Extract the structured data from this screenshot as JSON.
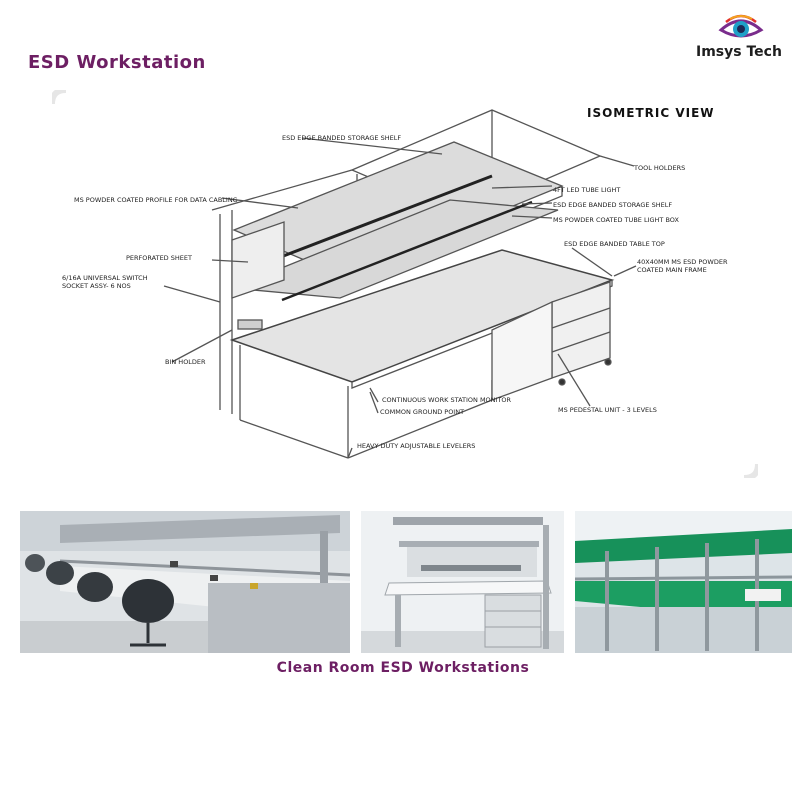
{
  "header": {
    "title": "ESD Workstation",
    "brand": "Imsys Tech"
  },
  "diagram": {
    "view_title": "ISOMETRIC VIEW",
    "callouts": {
      "storage_shelf": "ESD EDGE BANDED STORAGE SHELF",
      "tool_holders": "TOOL HOLDERS",
      "profile": "MS POWDER COATED PROFILE FOR DATA CABLING",
      "led_light": "4FT LED TUBE LIGHT",
      "storage_shelf_2": "ESD EDGE BANDED STORAGE SHELF",
      "light_box": "MS POWDER COATED TUBE LIGHT BOX",
      "table_top": "ESD EDGE BANDED TABLE TOP",
      "main_frame": "40X40MM MS ESD POWDER\nCOATED MAIN FRAME",
      "perforated_sheet": "PERFORATED SHEET",
      "switch_socket": "6/16A UNIVERSAL SWITCH\nSOCKET ASSY- 6 NOS",
      "bin_holder": "BIN HOLDER",
      "monitor": "CONTINUOUS WORK STATION MONITOR",
      "ground_point": "COMMON GROUND POINT",
      "pedestal": "MS PEDESTAL UNIT - 3 LEVELS",
      "levelers": "HEAVY DUTY ADJUSTABLE LEVELERS"
    }
  },
  "gallery": {
    "caption": "Clean Room ESD Workstations"
  },
  "colors": {
    "brand_purple": "#6d1f63",
    "esd_green": "#17915a"
  }
}
